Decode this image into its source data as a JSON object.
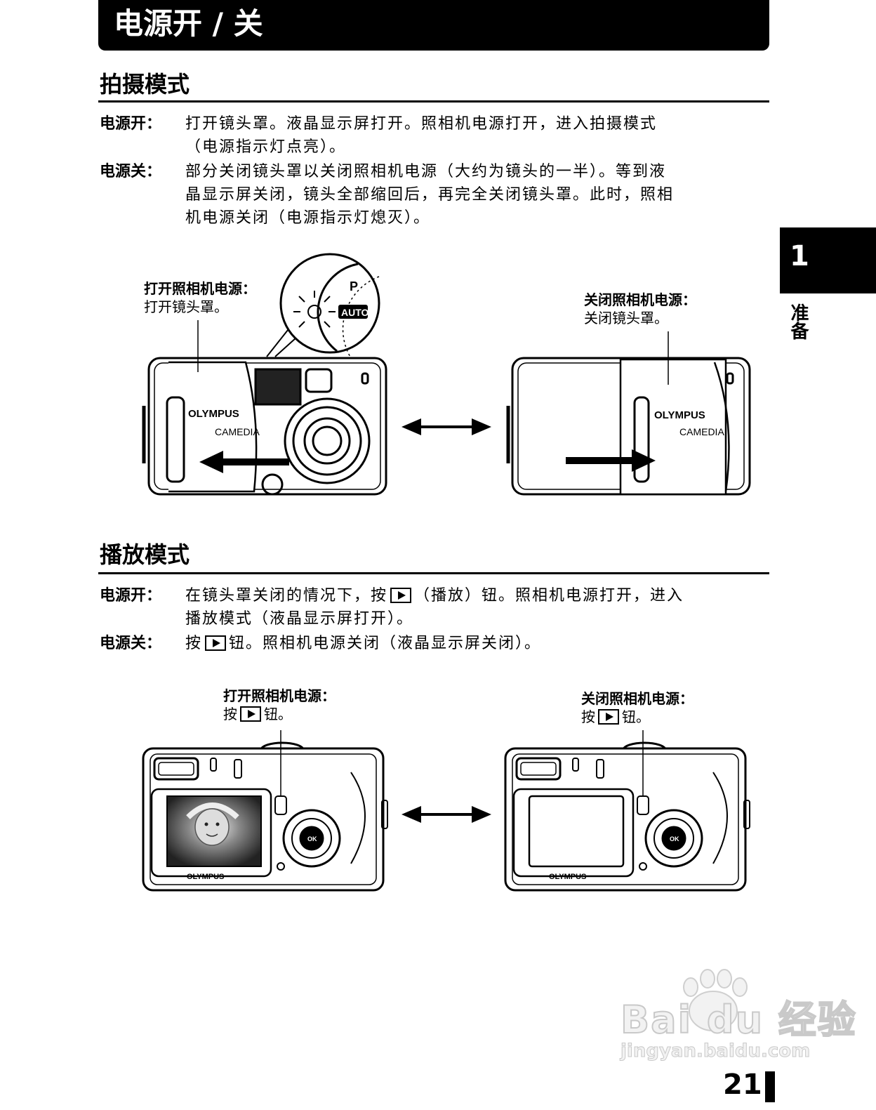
{
  "header": {
    "title": "电源开 / 关"
  },
  "chapter": {
    "number": "1",
    "label": "准备"
  },
  "shooting": {
    "heading": "拍摄模式",
    "items": [
      {
        "term": "电源开：",
        "lines": [
          "打开镜头罩。液晶显示屏打开。照相机电源打开，进入拍摄模式",
          "（电源指示灯点亮）。"
        ]
      },
      {
        "term": "电源关：",
        "lines": [
          "部分关闭镜头罩以关闭照相机电源（大约为镜头的一半）。等到液",
          "晶显示屏关闭，镜头全部缩回后，再完全关闭镜头罩。此时，照相",
          "机电源关闭（电源指示灯熄灭）。"
        ]
      }
    ],
    "figure": {
      "left_callout": {
        "title": "打开照相机电源：",
        "text": "打开镜头罩。"
      },
      "right_callout": {
        "title": "关闭照相机电源：",
        "text": "关闭镜头罩。"
      },
      "dial_labels": [
        "P",
        "AUTO"
      ],
      "brand": "OLYMPUS",
      "model": "CAMEDIA"
    }
  },
  "playback": {
    "heading": "播放模式",
    "items": [
      {
        "term": "电源开：",
        "line1_before": "在镜头罩关闭的情况下，按",
        "line1_after": "（播放）钮。照相机电源打开，进入",
        "line2": "播放模式（液晶显示屏打开）。"
      },
      {
        "term": "电源关：",
        "before": "按",
        "after": "钮。照相机电源关闭（液晶显示屏关闭）。"
      }
    ],
    "figure": {
      "left_callout": {
        "title": "打开照相机电源：",
        "before": "按",
        "after": "钮。"
      },
      "right_callout": {
        "title": "关闭照相机电源：",
        "before": "按",
        "after": "钮。"
      },
      "brand": "OLYMPUS",
      "ok_label": "OK"
    }
  },
  "footer": {
    "page_number": "21"
  },
  "watermark": {
    "brand": "Bai du 经验",
    "url": "jingyan.baidu.com"
  }
}
